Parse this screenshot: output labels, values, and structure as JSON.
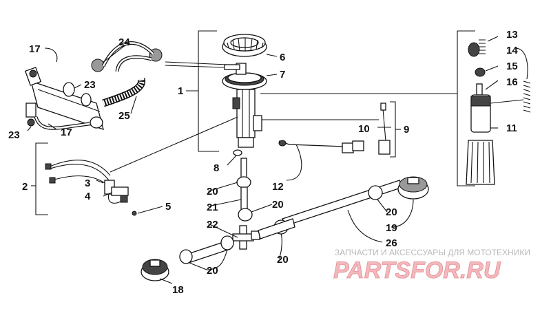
{
  "labels": {
    "l1": "1",
    "l2": "2",
    "l3": "3",
    "l4": "4",
    "l5": "5",
    "l6": "6",
    "l7": "7",
    "l8": "8",
    "l9": "9",
    "l10": "10",
    "l11": "11",
    "l12": "12",
    "l13": "13",
    "l14": "14",
    "l15": "15",
    "l16": "16",
    "l17a": "17",
    "l17b": "17",
    "l18": "18",
    "l19": "19",
    "l20a": "20",
    "l20b": "20",
    "l20c": "20",
    "l20d": "20",
    "l20e": "20",
    "l21": "21",
    "l22": "22",
    "l23a": "23",
    "l23b": "23",
    "l24": "24",
    "l25": "25",
    "l26": "26"
  },
  "watermark": {
    "tagline": "ЗАПЧАСТИ И АКСЕССУАРЫ ДЛЯ МОТОТЕХНИКИ",
    "logo": "PARTSFOR.RU"
  }
}
